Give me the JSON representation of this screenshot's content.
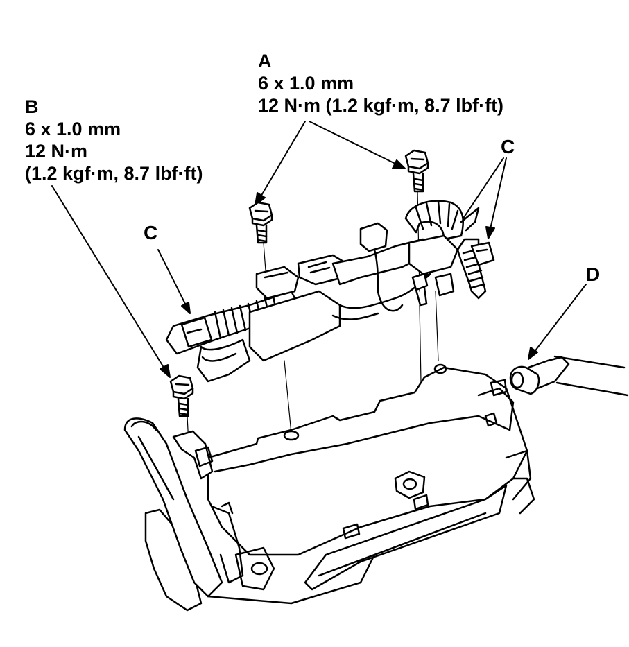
{
  "callouts": {
    "a": {
      "letter": "A",
      "size": "6 x 1.0 mm",
      "torque": "12 N·m (1.2 kgf·m, 8.7 lbf·ft)"
    },
    "b": {
      "letter": "B",
      "size": "6 x 1.0 mm",
      "torque_nm": "12 N·m",
      "torque_alt": "(1.2 kgf·m, 8.7 lbf·ft)"
    },
    "c_left": {
      "letter": "C"
    },
    "c_right": {
      "letter": "C"
    },
    "d": {
      "letter": "D"
    }
  }
}
